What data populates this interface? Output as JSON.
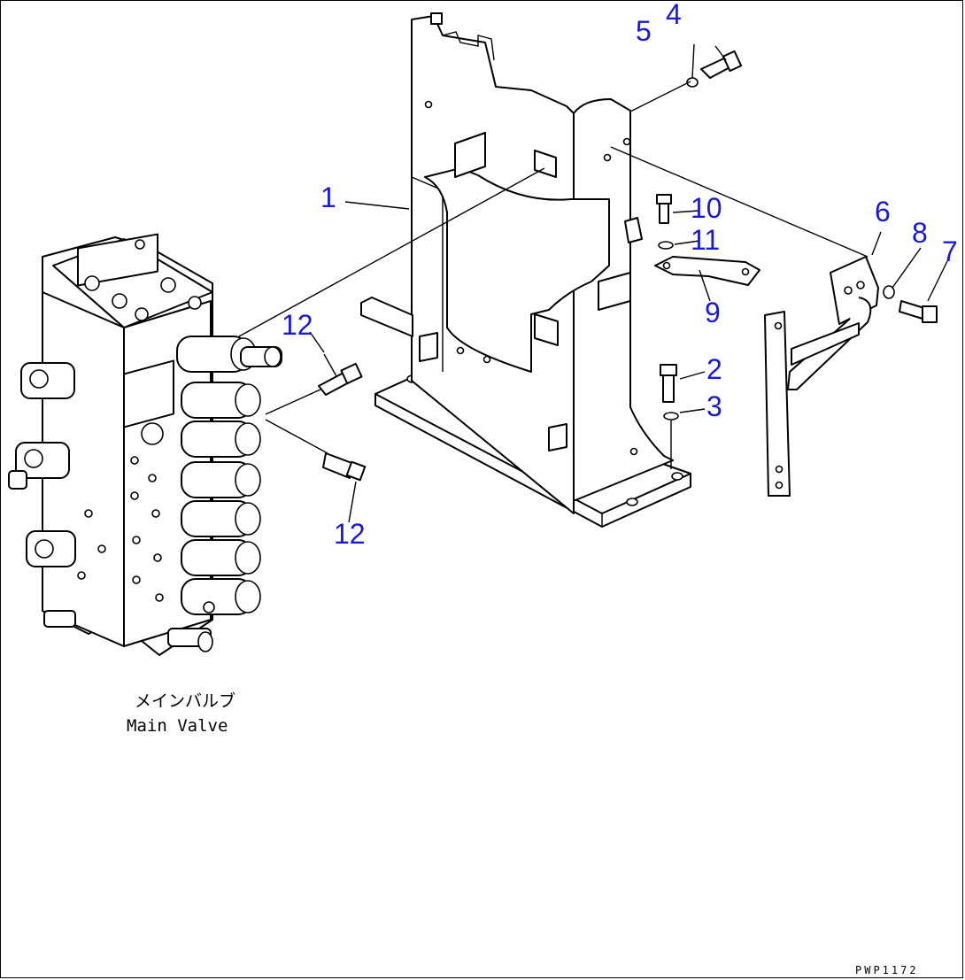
{
  "callouts": {
    "c1": "1",
    "c2": "2",
    "c3": "3",
    "c4": "4",
    "c5": "5",
    "c6": "6",
    "c7": "7",
    "c8": "8",
    "c9": "9",
    "c10": "10",
    "c11": "11",
    "c12a": "12",
    "c12b": "12"
  },
  "caption": {
    "japanese": "メインバルブ",
    "english": "Main Valve"
  },
  "drawing_code": "PWP1172",
  "colors": {
    "callout": "#1a1ad6",
    "line": "#000000",
    "background": "#ffffff"
  }
}
